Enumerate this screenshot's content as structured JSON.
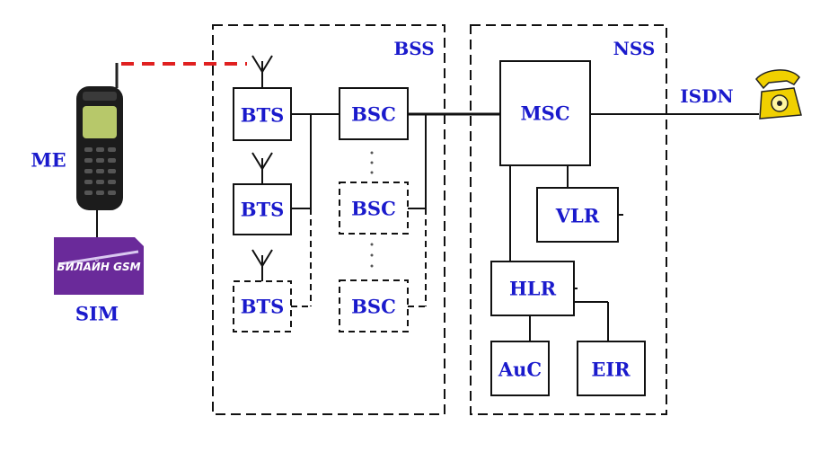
{
  "diagram": {
    "labels": {
      "me": "ME",
      "sim": "SIM",
      "bss": "BSS",
      "nss": "NSS",
      "isdn": "ISDN"
    },
    "nodes": {
      "bts1": "BTS",
      "bts2": "BTS",
      "bts3": "BTS",
      "bsc1": "BSC",
      "bsc2": "BSC",
      "bsc3": "BSC",
      "msc": "MSC",
      "vlr": "VLR",
      "hlr": "HLR",
      "auc": "AuC",
      "eir": "EIR"
    },
    "sim_card_brand": "БИЛАЙН GSM",
    "colors": {
      "label": "#1a1acc",
      "radio_link": "#e02020",
      "lines": "#111111",
      "sim_card": "#6a2a9a",
      "phone_screen": "#b7c86a",
      "telephone": "#f0d000"
    },
    "icons": [
      "mobile-phone-icon",
      "sim-card-icon",
      "antenna-icon",
      "telephone-icon"
    ]
  }
}
